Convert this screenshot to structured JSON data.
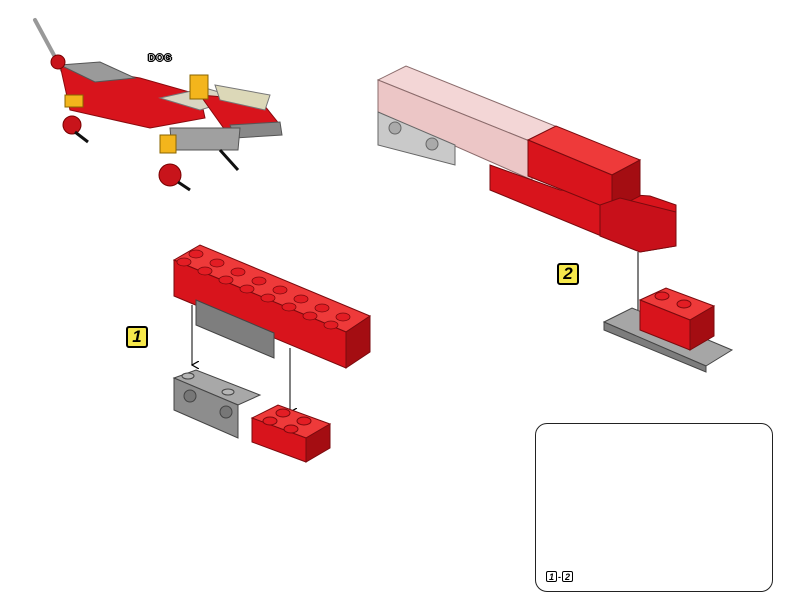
{
  "model": {
    "title": "DOG"
  },
  "steps": [
    {
      "number": "1"
    },
    {
      "number": "2"
    }
  ],
  "inset": {
    "from": "1",
    "separator": "-",
    "to": "2"
  },
  "colors": {
    "red": "#d8141c",
    "red_dark": "#9e0d12",
    "red_light": "#ee3a3a",
    "gray": "#8c8c8c",
    "gray_light": "#c7c7c7",
    "pink": "#ecc6c6",
    "badge_yellow": "#f6e84b"
  }
}
